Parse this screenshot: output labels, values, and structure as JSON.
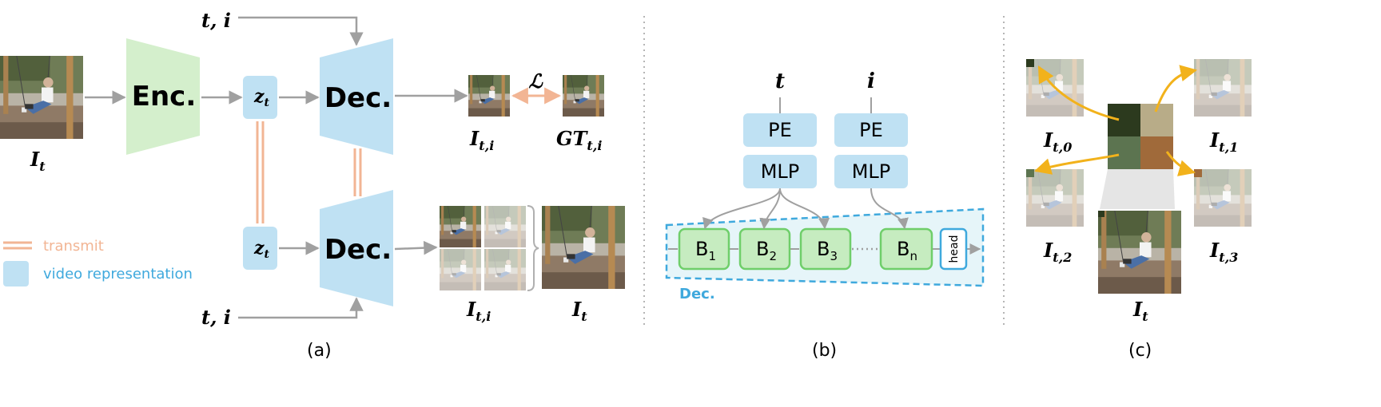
{
  "panel_a": {
    "input_label": "I",
    "input_sub": "t",
    "encoder_label": "Enc.",
    "decoder_label": "Dec.",
    "latent_label": "z",
    "latent_sub": "t",
    "cond_label": "t, i",
    "output_label": "I",
    "output_sub": "t,i",
    "gt_label": "GT",
    "gt_sub": "t,i",
    "loss_label": "ℒ",
    "grid_label": "I",
    "grid_sub": "t,i",
    "recon_label": "I",
    "recon_sub": "t",
    "caption": "(a)"
  },
  "legend": {
    "transmit_label": "transmit",
    "video_rep_label": "video representation"
  },
  "panel_b": {
    "t_label": "t",
    "i_label": "i",
    "pe_label": "PE",
    "mlp_label": "MLP",
    "block_label": "B",
    "blocks": [
      "1",
      "2",
      "3",
      "n"
    ],
    "head_label": "head",
    "dec_label": "Dec.",
    "caption": "(b)"
  },
  "panel_c": {
    "label_main": "I",
    "sub_0": "t,0",
    "sub_1": "t,1",
    "sub_2": "t,2",
    "sub_3": "t,3",
    "sub_main": "t",
    "caption": "(c)"
  },
  "colors": {
    "encoder_fill": "#d4efcc",
    "decoder_fill": "#bfe1f3",
    "latent_fill": "#bfe1f3",
    "transmit": "#f2b594",
    "arrow": "#a0a0a0",
    "dec_dashed": "#3fa9dd",
    "block_fill": "#c6ecc0",
    "block_stroke": "#6fce6a",
    "head_stroke": "#3fa9dd",
    "yellow_arrow": "#f2b21b",
    "dotted_sep": "#b5b5b5"
  },
  "patch_colors": [
    "#2c3a1e",
    "#b8ac88",
    "#5c7450",
    "#a06a3a"
  ]
}
